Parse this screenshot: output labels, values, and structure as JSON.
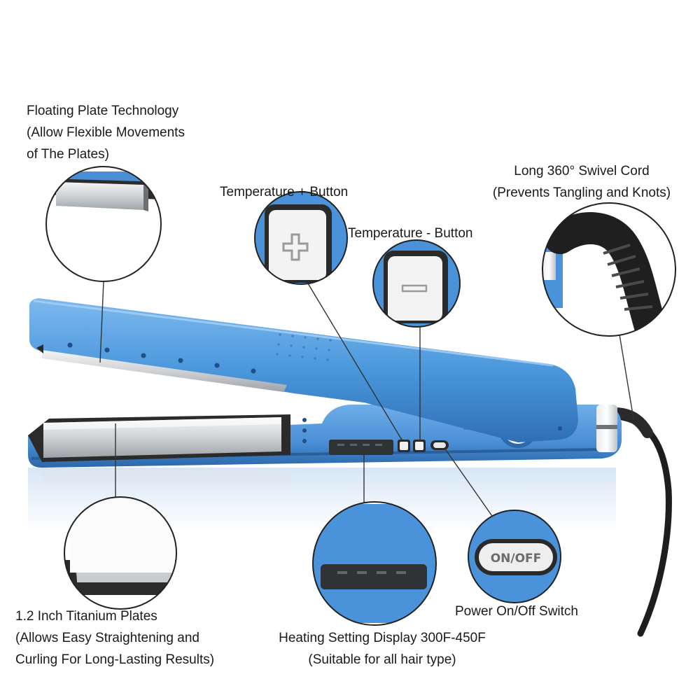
{
  "callouts": {
    "floating_plate": {
      "title": "Floating Plate Technology",
      "line2": "(Allow Flexible Movements",
      "line3": "of The Plates)"
    },
    "temp_plus": {
      "title": "Temperature + Button"
    },
    "temp_minus": {
      "title": "Temperature - Button"
    },
    "swivel_cord": {
      "title": "Long 360° Swivel Cord",
      "line2": "(Prevents Tangling and Knots)"
    },
    "titanium_plates": {
      "title": "1.2 Inch Titanium Plates",
      "line2": "(Allows Easy Straightening and",
      "line3": "Curling For Long-Lasting Results)"
    },
    "heating_display": {
      "title": "Heating Setting Display 300F-450F",
      "line2": "(Suitable for all hair type)"
    },
    "power_switch": {
      "title": "Power On/Off Switch",
      "button_text": "ON/OFF"
    }
  },
  "colors": {
    "body_blue": "#4a97dc",
    "body_blue_dark": "#2f6fb4",
    "plate_silver": "#d7d9db",
    "cord_black": "#1e1e1e"
  }
}
